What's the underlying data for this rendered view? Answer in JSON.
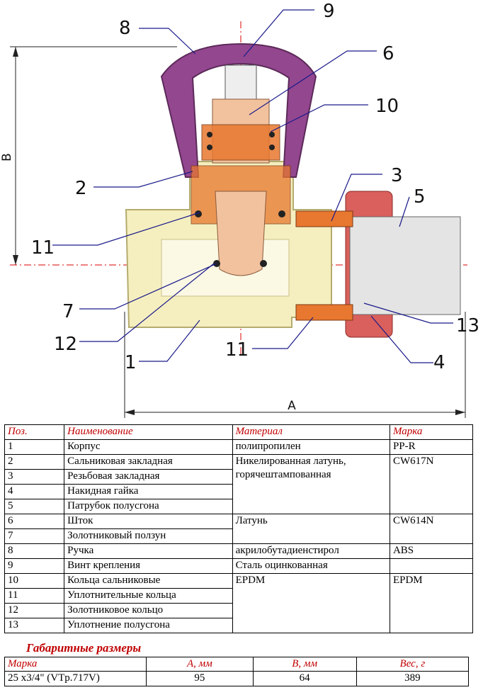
{
  "callouts": {
    "c1": "1",
    "c2": "2",
    "c3": "3",
    "c4": "4",
    "c5": "5",
    "c6": "6",
    "c7": "7",
    "c8": "8",
    "c9": "9",
    "c10": "10",
    "c11a": "11",
    "c11b": "11",
    "c12": "12",
    "c13": "13"
  },
  "dim_labels": {
    "a": "A",
    "b": "B"
  },
  "colors": {
    "body": "#f5efbf",
    "body_outline": "#b4ab6e",
    "handle": "#93478f",
    "stem": "#f2c29e",
    "orange": "#e8772f",
    "nut": "#d9605c",
    "metal": "#e4e4e4"
  },
  "spec_table": {
    "headers": [
      "Поз.",
      "Наименование",
      "Материал",
      "Марка"
    ],
    "rows": [
      [
        "1",
        "Корпус"
      ],
      [
        "2",
        "Сальниковая закладная"
      ],
      [
        "3",
        "Резьбовая закладная"
      ],
      [
        "4",
        "Накидная гайка"
      ],
      [
        "5",
        "Патрубок полусгона"
      ],
      [
        "6",
        "Шток"
      ],
      [
        "7",
        "Золотниковый ползун"
      ],
      [
        "8",
        "Ручка"
      ],
      [
        "9",
        "Винт крепления"
      ],
      [
        "10",
        "Кольца сальниковые"
      ],
      [
        "11",
        "Уплотнительные кольца"
      ],
      [
        "12",
        "Золотниковое кольцо"
      ],
      [
        "13",
        "Уплотнение полусгона"
      ]
    ],
    "materials": {
      "m1": "полипропилен",
      "m2": "Никелированная латунь, горячештампованная",
      "m3": "Латунь",
      "m4": "акрилобутадиенстирол",
      "m5": "Сталь оцинкованная",
      "m6": "EPDM"
    },
    "marks": {
      "k1": "PP-R",
      "k2": "CW617N",
      "k3": "CW614N",
      "k4": "ABS",
      "k5": "",
      "k6": "EPDM"
    }
  },
  "dimensions": {
    "title": "Габаритные размеры",
    "headers": [
      "Марка",
      "А, мм",
      "В, мм",
      "Вес, г"
    ],
    "row": [
      "25 x3/4\" (VTp.717V)",
      "95",
      "64",
      "389"
    ]
  }
}
